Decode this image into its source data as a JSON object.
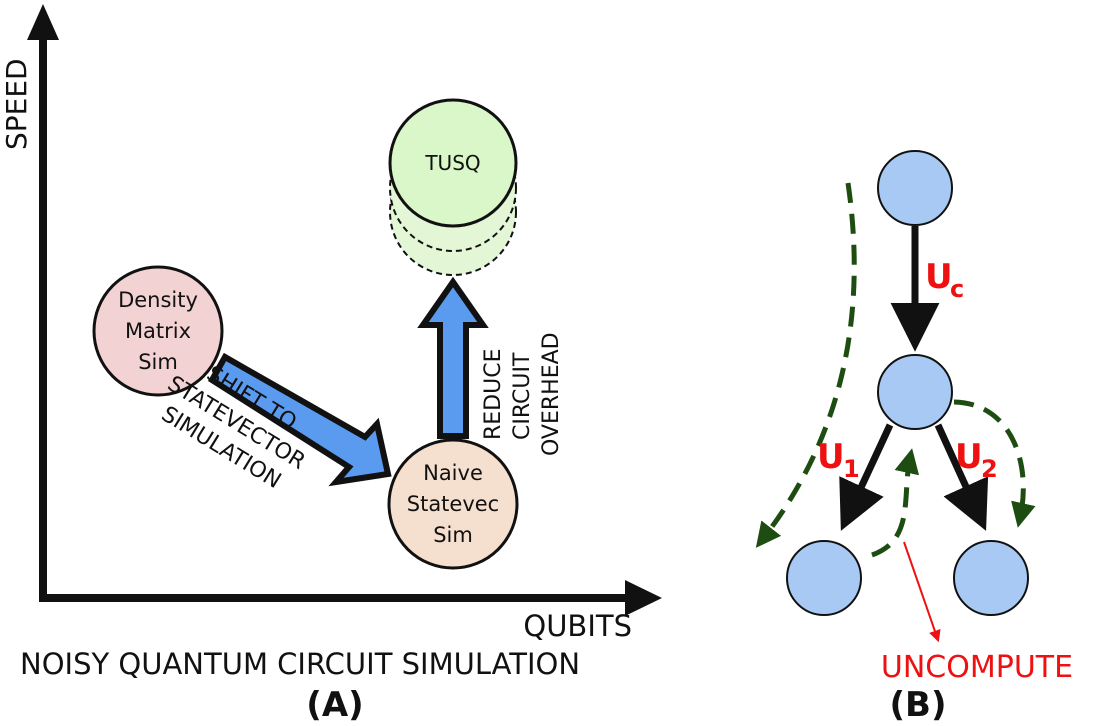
{
  "panel_a": {
    "y_axis_label": "SPEED",
    "x_axis_label": "QUBITS",
    "caption": "NOISY QUANTUM CIRCUIT SIMULATION",
    "panel_label": "(A)",
    "nodes": {
      "density": [
        "Density",
        "Matrix",
        "Sim"
      ],
      "naive": [
        "Naive",
        "Statevec",
        "Sim"
      ],
      "tusq": "TUSQ"
    },
    "arrow_shift_label": [
      "SHIFT TO",
      "STATEVECTOR",
      "SIMULATION"
    ],
    "arrow_reduce_label": [
      "REDUCE",
      "CIRCUIT",
      "OVERHEAD"
    ],
    "colors": {
      "density_fill": "#f2d2d2",
      "naive_fill": "#f5dfcf",
      "tusq_fill": "#d9f7c8",
      "arrow_fill": "#5b9bef"
    }
  },
  "panel_b": {
    "panel_label": "(B)",
    "edge_labels": {
      "uc": {
        "main": "U",
        "sub": "c"
      },
      "u1": {
        "main": "U",
        "sub": "1"
      },
      "u2": {
        "main": "U",
        "sub": "2"
      }
    },
    "uncompute_label": "UNCOMPUTE",
    "colors": {
      "node_fill": "#a9c9f5",
      "label_red": "#ee1111",
      "dashed_green": "#1e4d12"
    }
  }
}
